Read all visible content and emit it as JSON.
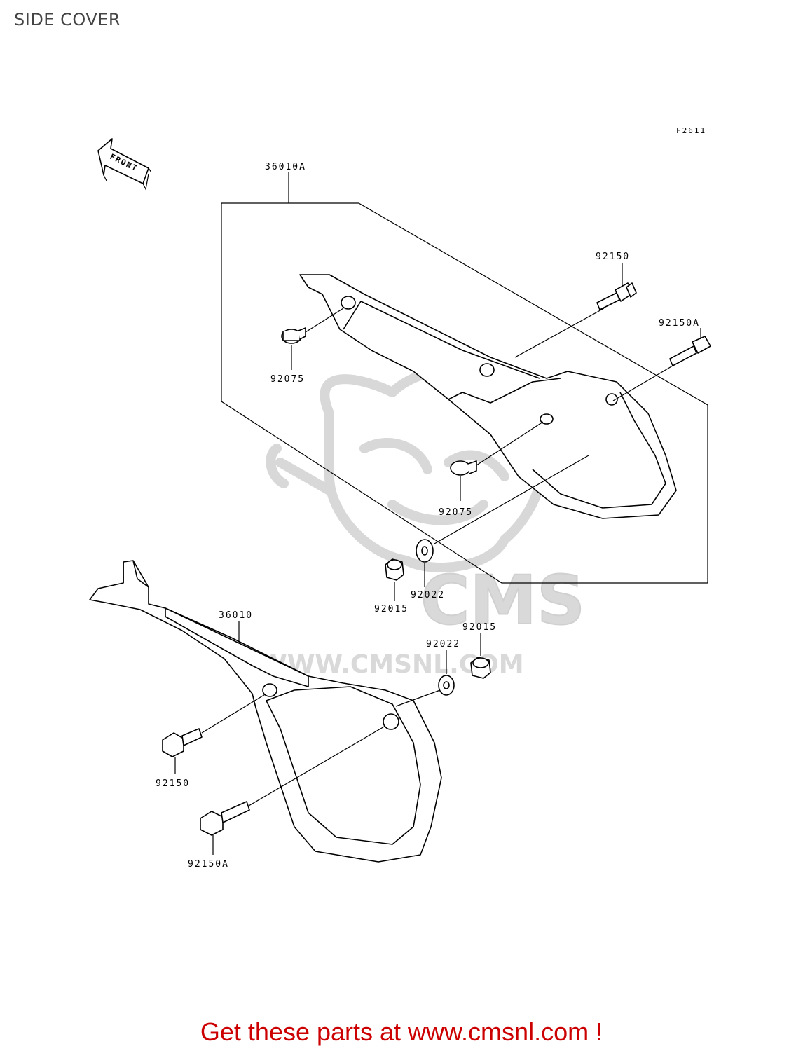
{
  "page": {
    "title": "SIDE COVER",
    "figure_code": "F2611",
    "front_indicator": "FRONT"
  },
  "watermark": {
    "logo_text": "CMS",
    "url_text": "WWW.CMSNL.COM"
  },
  "parts": {
    "assy_left": "36010A",
    "assy_right": "36010",
    "bolt_top": "92150",
    "bolt_top_a": "92150A",
    "damper_upper": "92075",
    "damper_lower": "92075",
    "nut_upper": "92015",
    "washer_upper": "92022",
    "nut_lower": "92015",
    "washer_lower": "92022",
    "bolt_bottom": "92150",
    "bolt_bottom_a": "92150A"
  },
  "footer": {
    "cta": "Get these parts at www.cmsnl.com !"
  }
}
